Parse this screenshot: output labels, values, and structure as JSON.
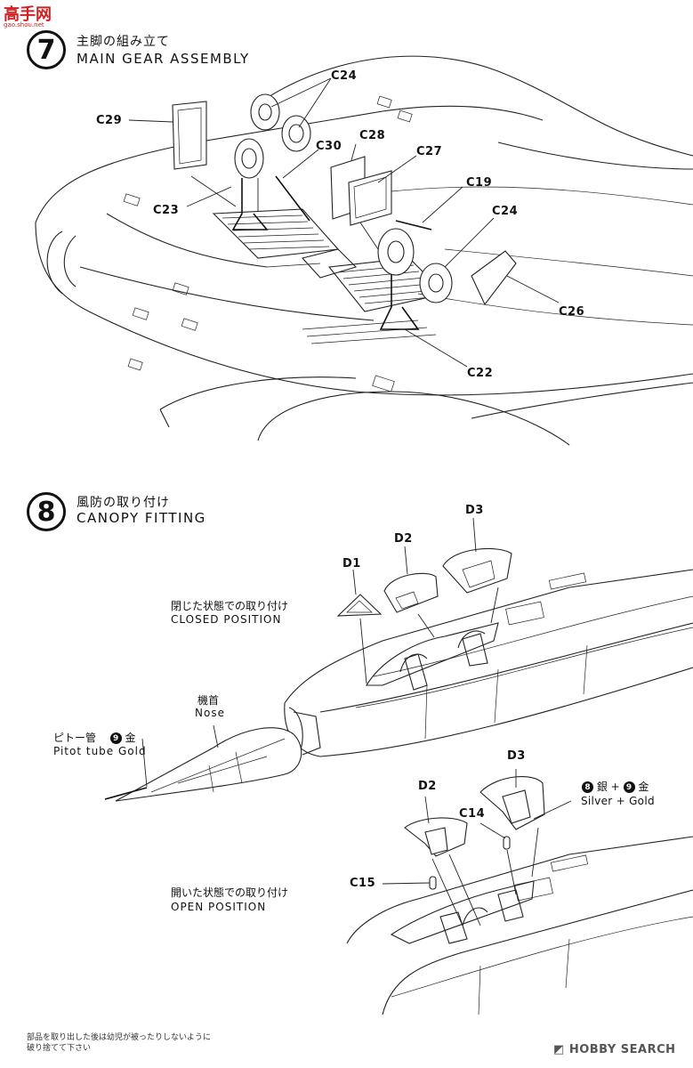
{
  "watermark": {
    "logo": "高手网",
    "url": "gao.shou.net"
  },
  "step7": {
    "number": "7",
    "title_jp": "主脚の組み立て",
    "title_en": "MAIN GEAR ASSEMBLY",
    "parts": [
      "C24",
      "C29",
      "C30",
      "C28",
      "C27",
      "C19",
      "C23",
      "C24",
      "C26",
      "C22"
    ]
  },
  "step8": {
    "number": "8",
    "title_jp": "風防の取り付け",
    "title_en": "CANOPY FITTING",
    "closed_jp": "閉じた状態での取り付け",
    "closed_en": "CLOSED POSITION",
    "open_jp": "開いた状態での取り付け",
    "open_en": "OPEN POSITION",
    "nose_jp": "機首",
    "nose_en": "Nose",
    "pitot_jp": "ピトー管",
    "pitot_color_no": "9",
    "pitot_color_jp": "金",
    "pitot_en": "Pitot tube Gold",
    "mix_no1": "8",
    "mix_c1": "銀",
    "mix_plus": "+",
    "mix_no2": "9",
    "mix_c2": "金",
    "mix_en": "Silver + Gold",
    "parts_closed": [
      "D1",
      "D2",
      "D3"
    ],
    "parts_open": [
      "D3",
      "D2",
      "C14",
      "C15"
    ]
  },
  "footer": {
    "line1": "部品を取り出した後は幼児が被ったりしないように",
    "line2": "破り捨てて下さい"
  },
  "brand": "HOBBY SEARCH"
}
